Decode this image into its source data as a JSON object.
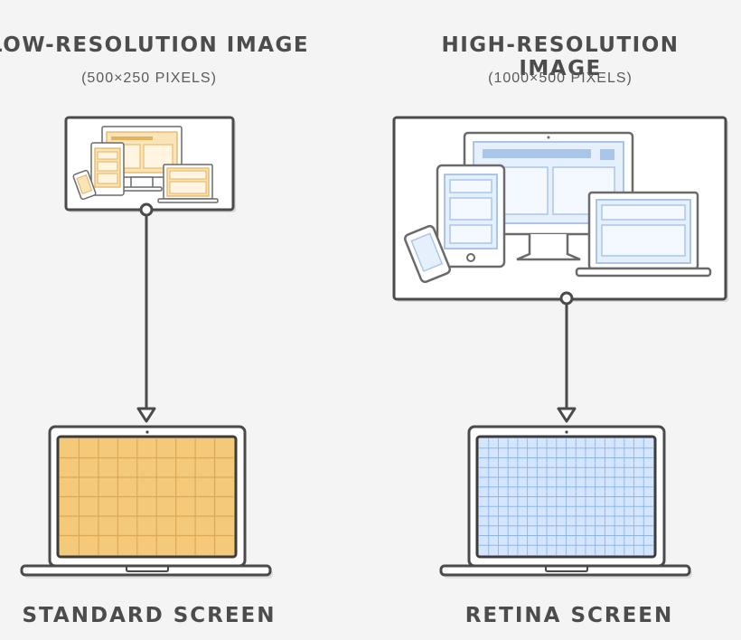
{
  "left": {
    "title": "LOW-RESOLUTION IMAGE",
    "subtitle": "(500×250 PIXELS)",
    "caption": "STANDARD SCREEN"
  },
  "right": {
    "title": "HIGH-RESOLUTION IMAGE",
    "subtitle": "(1000×500 PIXELS)",
    "caption": "RETINA SCREEN"
  },
  "colors": {
    "stroke": "#4a4a4a",
    "standard_fill": "#f5c97a",
    "standard_grid": "#dcaa55",
    "retina_fill": "#d4e6ff",
    "retina_grid": "#8fb4e8",
    "thumb_orange_fill": "#fbe4b8",
    "thumb_orange_stroke": "#e3b25f",
    "thumb_blue_fill": "#e6f0fc",
    "thumb_blue_stroke": "#a9c6ea"
  },
  "icons": [
    "responsive-devices-icon",
    "laptop-icon",
    "arrow-connector-icon"
  ]
}
